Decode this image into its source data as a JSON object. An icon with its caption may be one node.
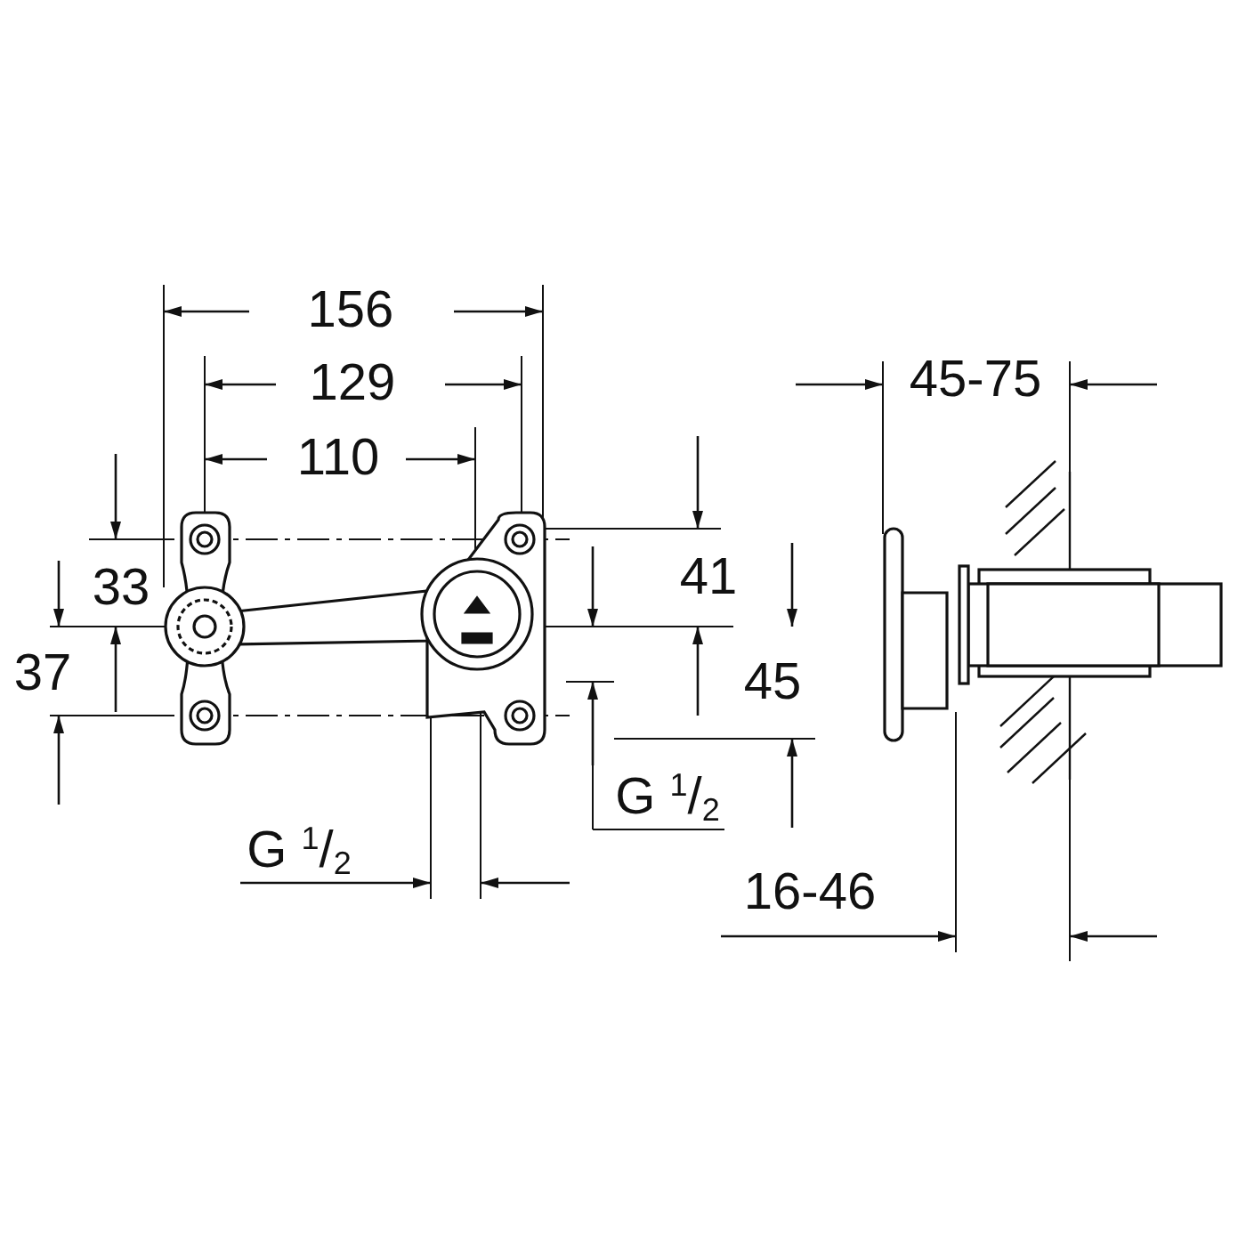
{
  "diagram": {
    "labels": [
      "156",
      "129",
      "110",
      "45-75",
      "33",
      "41",
      "37",
      "45",
      "G $^{1}$/$_{2}$",
      "G $^{1}$/$_{2}$",
      "16-46"
    ]
  }
}
